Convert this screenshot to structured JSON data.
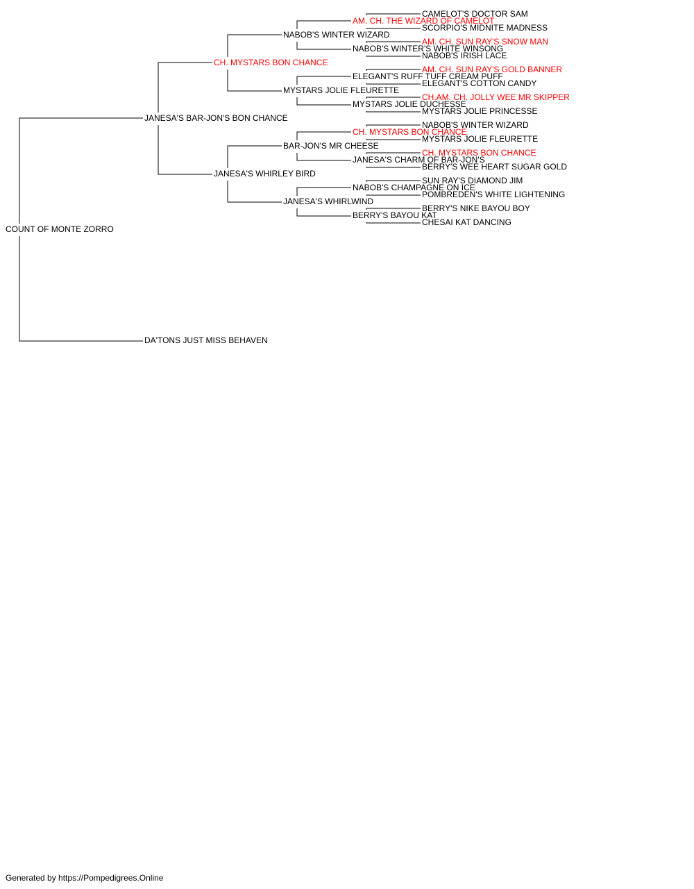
{
  "colors": {
    "champion": "#ff0000",
    "normal": "#000000",
    "line": "#000000"
  },
  "pedigree": {
    "name": "COUNT OF MONTE ZORRO",
    "champion": false,
    "sire": {
      "name": "JANESA'S BAR-JON'S BON CHANCE",
      "champion": false,
      "sire": {
        "name": "CH. MYSTARS BON CHANCE",
        "champion": true,
        "sire": {
          "name": "NABOB'S WINTER WIZARD",
          "champion": false,
          "sire": {
            "name": "AM. CH. THE WIZARD OF CAMELOT",
            "champion": true,
            "sire": {
              "name": "CAMELOT'S DOCTOR SAM",
              "champion": false
            },
            "dam": {
              "name": "SCORPIO'S MIDNITE MADNESS",
              "champion": false
            }
          },
          "dam": {
            "name": "NABOB'S WINTER'S WHITE WINSONG",
            "champion": false,
            "sire": {
              "name": "AM. CH. SUN RAY'S SNOW MAN",
              "champion": true
            },
            "dam": {
              "name": "NABOB'S IRISH LACE",
              "champion": false
            }
          }
        },
        "dam": {
          "name": "MYSTARS JOLIE FLEURETTE",
          "champion": false,
          "sire": {
            "name": "ELEGANT'S RUFF TUFF CREAM PUFF",
            "champion": false,
            "sire": {
              "name": "AM. CH. SUN RAY'S GOLD BANNER",
              "champion": true
            },
            "dam": {
              "name": "ELEGANT'S COTTON CANDY",
              "champion": false
            }
          },
          "dam": {
            "name": "MYSTARS JOLIE DUCHESSE",
            "champion": false,
            "sire": {
              "name": "CH.AM. CH. JOLLY WEE MR SKIPPER",
              "champion": true
            },
            "dam": {
              "name": "MYSTARS JOLIE PRINCESSE",
              "champion": false
            }
          }
        }
      },
      "dam": {
        "name": "JANESA'S WHIRLEY BIRD",
        "champion": false,
        "sire": {
          "name": "BAR-JON'S MR CHEESE",
          "champion": false,
          "sire": {
            "name": "CH. MYSTARS BON CHANCE",
            "champion": true,
            "sire": {
              "name": "NABOB'S WINTER WIZARD",
              "champion": false
            },
            "dam": {
              "name": "MYSTARS JOLIE FLEURETTE",
              "champion": false
            }
          },
          "dam": {
            "name": "JANESA'S CHARM OF BAR-JON'S",
            "champion": false,
            "sire": {
              "name": "CH. MYSTARS BON CHANCE",
              "champion": true
            },
            "dam": {
              "name": "BERRY'S WEE HEART SUGAR GOLD",
              "champion": false
            }
          }
        },
        "dam": {
          "name": "JANESA'S WHIRLWIND",
          "champion": false,
          "sire": {
            "name": "NABOB'S CHAMPAGNE ON ICE",
            "champion": false,
            "sire": {
              "name": "SUN RAY'S DIAMOND JIM",
              "champion": false
            },
            "dam": {
              "name": "POMBREDEN'S WHITE LIGHTENING",
              "champion": false
            }
          },
          "dam": {
            "name": "BERRY'S BAYOU KAT",
            "champion": false,
            "sire": {
              "name": "BERRY'S NIKE BAYOU BOY",
              "champion": false
            },
            "dam": {
              "name": "CHESAI KAT DANCING",
              "champion": false
            }
          }
        }
      }
    },
    "dam": {
      "name": "DA'TONS JUST MISS BEHAVEN",
      "champion": false
    }
  },
  "footer": {
    "text": "Generated by https://Pompedigrees.Online"
  }
}
